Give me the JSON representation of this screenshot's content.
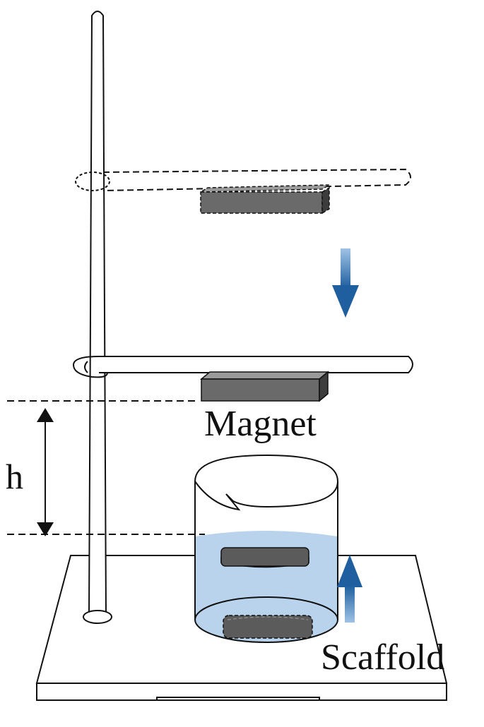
{
  "labels": {
    "magnet": "Magnet",
    "height": "h",
    "scaffold": "Scaffold"
  },
  "colors": {
    "stroke": "#111111",
    "magnet_fill": "#6a6a6a",
    "magnet_top": "#9a9a9a",
    "magnet_side": "#3c3c3c",
    "liquid": "#b9d3ec",
    "arrow_blue": "#2c6fb0",
    "background": "#ffffff"
  },
  "icons": {
    "motion_down": "arrow-down-icon",
    "motion_up": "arrow-up-icon",
    "height_marker": "double-headed-arrow-icon"
  }
}
